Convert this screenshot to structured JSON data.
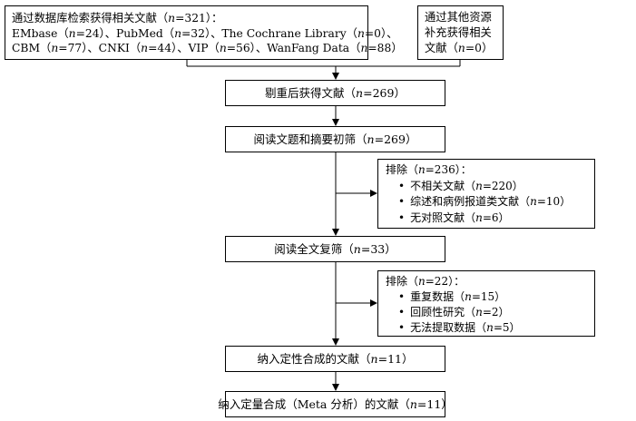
{
  "search_db": {
    "line1_pre": "通过数据库检索获得相关文献（",
    "line1_n": "n",
    "line1_post": "=321）：",
    "line2": [
      {
        "t": "EMbase（"
      },
      {
        "t": "n",
        "i": true
      },
      {
        "t": "=24）、PubMed（"
      },
      {
        "t": "n",
        "i": true
      },
      {
        "t": "=32）、The Cochrane Library（"
      },
      {
        "t": "n",
        "i": true
      },
      {
        "t": "=0）、"
      }
    ],
    "line3": [
      {
        "t": "CBM（"
      },
      {
        "t": "n",
        "i": true
      },
      {
        "t": "=77）、CNKI（"
      },
      {
        "t": "n",
        "i": true
      },
      {
        "t": "=44）、VIP（"
      },
      {
        "t": "n",
        "i": true
      },
      {
        "t": "=56）、WanFang Data（"
      },
      {
        "t": "n",
        "i": true
      },
      {
        "t": "=88）"
      }
    ]
  },
  "other_sources": {
    "line1": "通过其他资源",
    "line2": "补充获得相关",
    "line3_pre": "文献（",
    "line3_n": "n",
    "line3_post": "=0）"
  },
  "dedup": {
    "pre": "剔重后获得文献（",
    "n": "n",
    "post": "=269）"
  },
  "screen1": {
    "pre": "阅读文题和摘要初筛（",
    "n": "n",
    "post": "=269）"
  },
  "exclude1": {
    "title_pre": "排除（",
    "title_n": "n",
    "title_post": "=236）：",
    "items": [
      {
        "pre": "不相关文献（",
        "n": "n",
        "post": "=220）"
      },
      {
        "pre": "综述和病例报道类文献（",
        "n": "n",
        "post": "=10）"
      },
      {
        "pre": "无对照文献（",
        "n": "n",
        "post": "=6）"
      }
    ]
  },
  "screen2": {
    "pre": "阅读全文复筛（",
    "n": "n",
    "post": "=33）"
  },
  "exclude2": {
    "title_pre": "排除（",
    "title_n": "n",
    "title_post": "=22）：",
    "items": [
      {
        "pre": "重复数据（",
        "n": "n",
        "post": "=15）"
      },
      {
        "pre": "回顾性研究（",
        "n": "n",
        "post": "=2）"
      },
      {
        "pre": "无法提取数据（",
        "n": "n",
        "post": "=5）"
      }
    ]
  },
  "qualitative": {
    "pre": "纳入定性合成的文献（",
    "n": "n",
    "post": "=11）"
  },
  "quantitative": {
    "pre": "纳入定量合成（Meta 分析）的文献（",
    "n": "n",
    "post": "=11）"
  }
}
